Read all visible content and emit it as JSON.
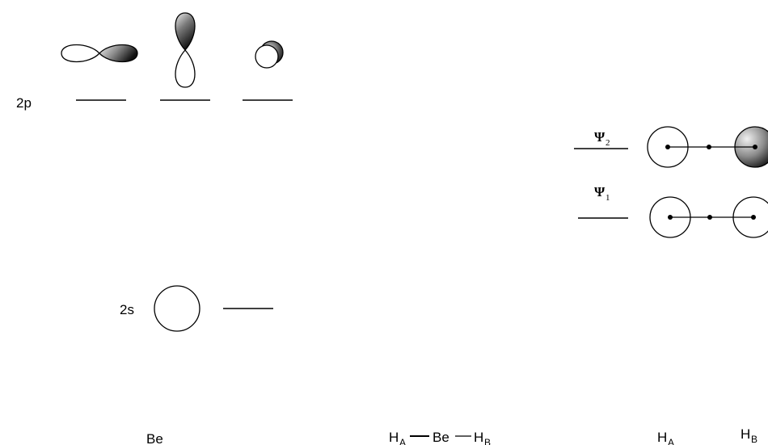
{
  "be": {
    "label_2p": "2p",
    "label_2s": "2s",
    "label": "Be"
  },
  "molecule": {
    "h_a": "H",
    "h_a_sub": "A",
    "dash1": "—",
    "be": "Be",
    "dash2": "—",
    "h_b": "H",
    "h_b_sub": "B"
  },
  "mo": {
    "psi2": "Ψ",
    "psi2_sub": "2",
    "psi1": "Ψ",
    "psi1_sub": "1",
    "h_a": "H",
    "h_a_sub": "A",
    "h_b": "H",
    "h_b_sub": "B"
  },
  "colors": {
    "shade_light": "#e8e8e8",
    "shade_dark": "#1a1a1a"
  }
}
